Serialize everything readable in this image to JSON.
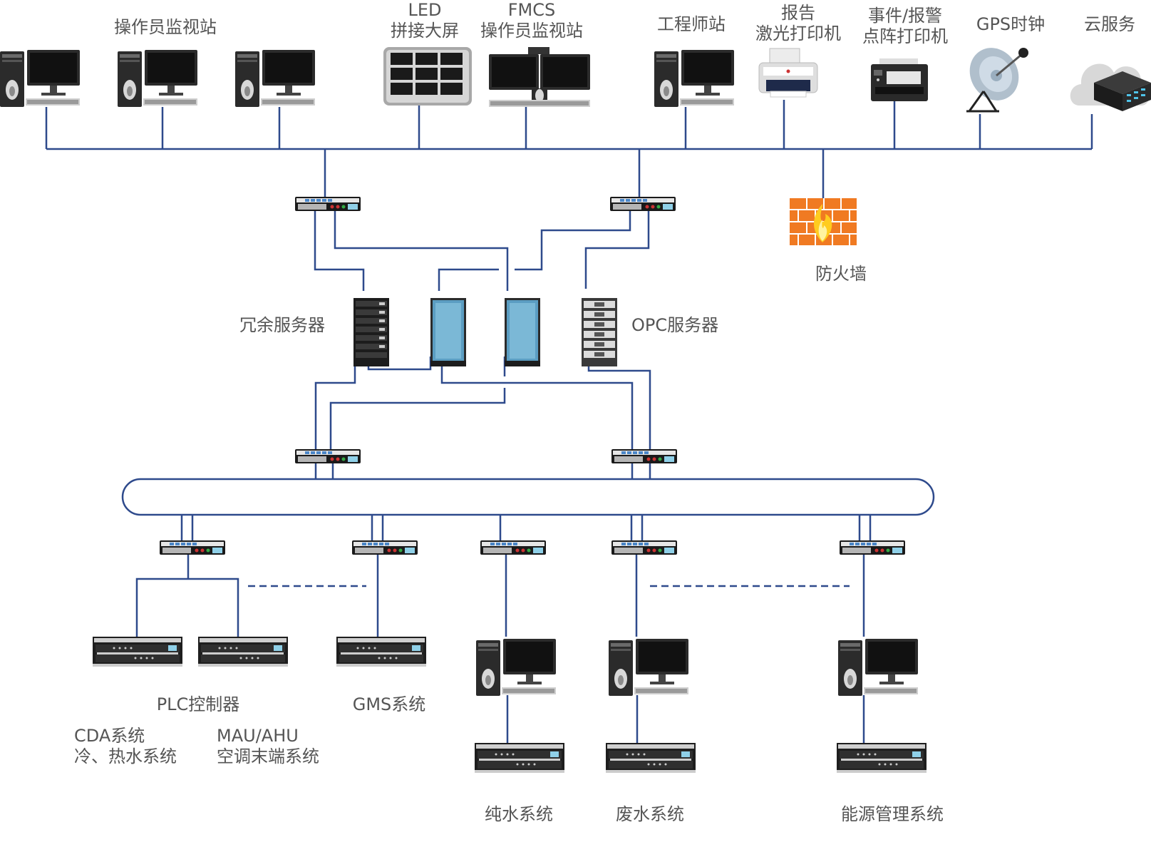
{
  "colors": {
    "line": "#2e4a8c",
    "text": "#555555",
    "monitor": "#1e1e1e",
    "firewall": "#f07a22",
    "server_glass": "#5b9dc2"
  },
  "top_level": {
    "operator_stations": "操作员监视站",
    "led_wall": {
      "line1": "LED",
      "line2": "拼接大屏"
    },
    "fmcs_station": {
      "line1": "FMCS",
      "line2": "操作员监视站"
    },
    "engineer_station": "工程师站",
    "report_printer": {
      "line1": "报告",
      "line2": "激光打印机"
    },
    "event_printer": {
      "line1": "事件/报警",
      "line2": "点阵打印机"
    },
    "gps_clock": "GPS时钟",
    "cloud_service": "云服务"
  },
  "server_level": {
    "firewall": "防火墙",
    "redundant_servers": "冗余服务器",
    "opc_server": "OPC服务器"
  },
  "field_level": {
    "plc": "PLC控制器",
    "gms": "GMS系统",
    "cda": {
      "line1": "CDA系统",
      "line2": "冷、热水系统"
    },
    "mau": {
      "line1": "MAU/AHU",
      "line2": "空调末端系统"
    },
    "pure_water": "纯水系统",
    "waste_water": "废水系统",
    "energy": "能源管理系统"
  },
  "icons": [
    "desktop-computer-icon",
    "video-wall-icon",
    "dual-monitor-workstation-icon",
    "laser-printer-icon",
    "dot-matrix-printer-icon",
    "satellite-dish-icon",
    "cloud-server-icon",
    "network-switch-icon",
    "firewall-icon",
    "server-rack-icon",
    "plc-controller-icon"
  ]
}
